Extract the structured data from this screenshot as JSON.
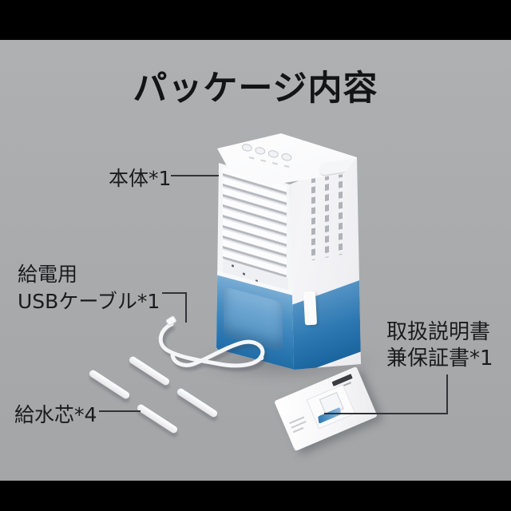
{
  "page": {
    "title": "パッケージ内容",
    "background_color": "#a8aaac",
    "letterbox_color": "#000000",
    "text_color": "#1a1b1e",
    "pointer_line_color": "#323338"
  },
  "callouts": {
    "main_unit": {
      "label": "本体*1"
    },
    "usb_cable": {
      "line1": "給電用",
      "line2": "USBケーブル*1"
    },
    "water_wick": {
      "label": "給水芯*4"
    },
    "manual": {
      "line1": "取扱説明書",
      "line2": "兼保証書*1"
    }
  },
  "colors": {
    "device_white": "#f5f6f8",
    "tank_blue_front": "#2a76b0",
    "tank_blue_side": "#1b659f",
    "louver_gap": "#b7b9bf"
  }
}
